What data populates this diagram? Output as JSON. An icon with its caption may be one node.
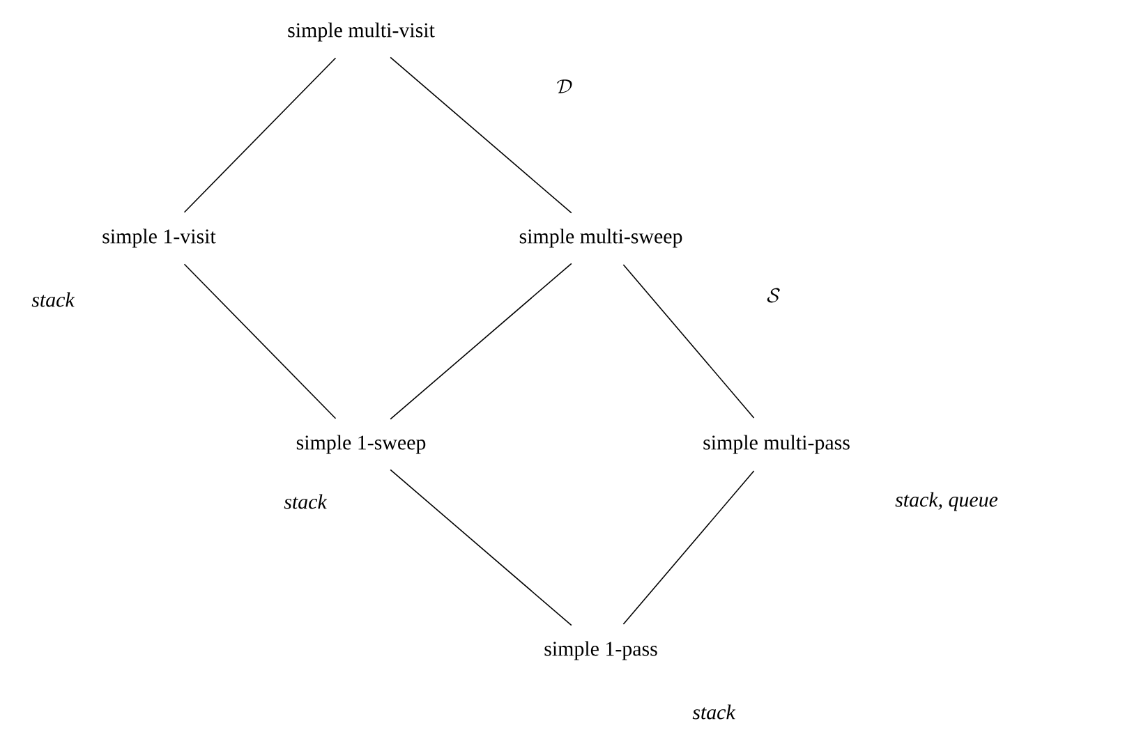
{
  "diagram": {
    "nodes": [
      {
        "text": [
          "simple multi-visit"
        ]
      },
      {
        "text": [
          "simple 1-visit"
        ],
        "beside": [
          "stack"
        ]
      },
      {
        "text": [
          "simple multi-sweep"
        ]
      },
      {
        "text": [
          "simple 1-sweep"
        ],
        "beside": [
          "stack"
        ]
      },
      {
        "text": [
          "simple multi-pass"
        ],
        "beside": [
          "stack, queue"
        ]
      },
      {
        "text": [
          "simple 1-pass"
        ],
        "beside": [
          "stack"
        ]
      }
    ],
    "edges": [
      {
        "from": 0,
        "to": 1,
        "arrow": "none"
      },
      {
        "from": 0,
        "to": 2,
        "arrow": "none"
      },
      {
        "from": 1,
        "to": 3,
        "arrow": "none"
      },
      {
        "from": 2,
        "to": 3,
        "arrow": "none"
      },
      {
        "from": 2,
        "to": 4,
        "arrow": "none"
      },
      {
        "from": 3,
        "to": 5,
        "arrow": "none"
      },
      {
        "from": 4,
        "to": 5,
        "arrow": "none"
      }
    ],
    "labels": [
      "\\mathcal{D}",
      "\\mathcal{S}"
    ]
  }
}
